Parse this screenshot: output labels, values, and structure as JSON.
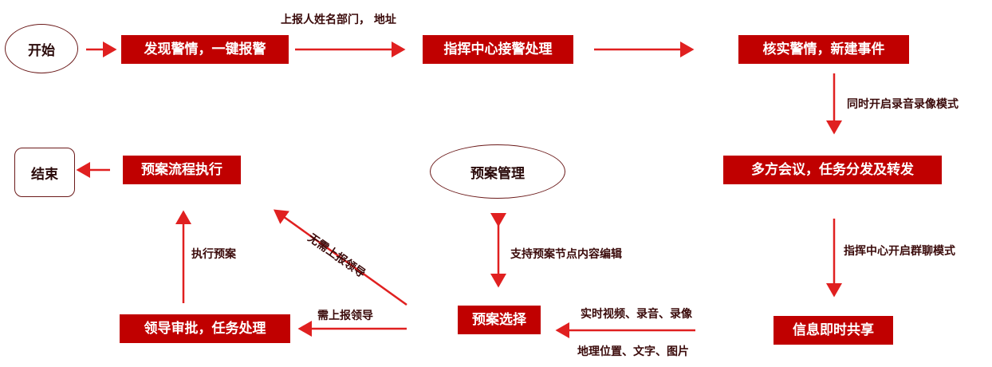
{
  "nodes": {
    "start": "开始",
    "discover": "发现警情，一键报警",
    "command": "指挥中心接警处理",
    "verify": "核实警情，新建事件",
    "meeting": "多方会议，任务分发及转发",
    "share": "信息即时共享",
    "plan_select": "预案选择",
    "plan_manage": "预案管理",
    "leader_approve": "领导审批，任务处理",
    "plan_execute": "预案流程执行",
    "end": "结束"
  },
  "labels": {
    "report_info": "上报人姓名部门， 地址",
    "record_mode": "同时开启录音录像模式",
    "group_chat": "指挥中心开启群聊模式",
    "media_1": "实时视频、录音、录像",
    "media_2": "地理位置、文字、图片",
    "edit_support": "支持预案节点内容编辑",
    "need_report": "需上报领导",
    "no_report": "无需上报领导",
    "execute_plan": "执行预案"
  },
  "colors": {
    "accent": "#c00000",
    "arrow": "#e02020",
    "outline": "#6b1a1a"
  }
}
